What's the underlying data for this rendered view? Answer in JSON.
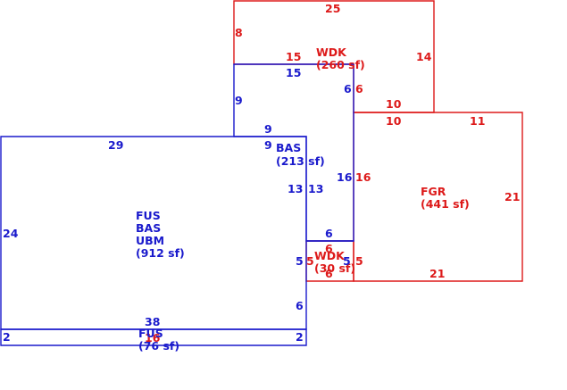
{
  "colors": {
    "blue": "#1a1acc",
    "red": "#dd1a1a",
    "background": "#ffffff"
  },
  "areas": {
    "wdk_top": {
      "code": "WDK",
      "area": "(260 sf)"
    },
    "bas_upper": {
      "code": "BAS",
      "area": "(213 sf)"
    },
    "fus_main": {
      "lines": [
        "FUS",
        "BAS",
        "UBM"
      ],
      "area": "(912 sf)"
    },
    "fgr": {
      "code": "FGR",
      "area": "(441 sf)"
    },
    "wdk_small": {
      "code": "WDK",
      "area": "(30 sf)"
    },
    "fus_strip": {
      "code": "FUS",
      "area": "(76 sf)"
    }
  },
  "dimensions": {
    "wdk_top": {
      "top": "25",
      "left": "8",
      "right": "14",
      "bottom": "15",
      "right_lower": "6",
      "right_step": "10"
    },
    "bas_upper": {
      "top": "15",
      "left": "9",
      "right": "6",
      "bottom": "9",
      "step": "9",
      "right_long": "16"
    },
    "fus_main": {
      "top": "29",
      "left": "24",
      "right_upper": "13",
      "right_mid": "5",
      "right_lower": "6"
    },
    "bas_inner": {
      "right": "13"
    },
    "fgr": {
      "top": "10",
      "top_right": "11",
      "right": "21",
      "bottom": "21",
      "left": "16",
      "top_left": "10"
    },
    "wdk_small": {
      "top": "6",
      "top_red": "6",
      "left": "5",
      "right": "5",
      "right_blue": "5",
      "bottom": "6"
    },
    "fus_strip": {
      "top": "38",
      "left": "2",
      "right": "2",
      "top_overlap": "16"
    }
  }
}
